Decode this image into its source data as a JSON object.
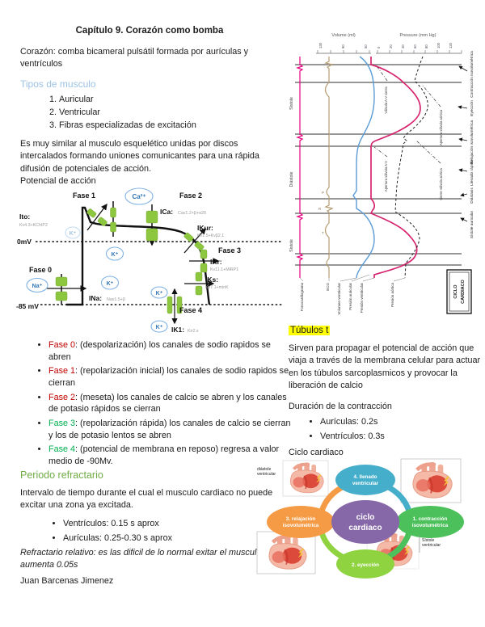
{
  "doc": {
    "title": "Capítulo 9. Corazón como bomba",
    "author": "Juan Barcenas Jimenez"
  },
  "left": {
    "intro": "Corazón: comba bicameral pulsátil formada por aurículas y ventrículos",
    "tipos": {
      "heading": "Tipos de musculo",
      "items": [
        "Auricular",
        "Ventricular",
        "Fibras especializadas de excitación"
      ]
    },
    "similar": "Es muy similar al musculo esquelético unidas por discos intercalados formando uniones comunicantes para una rápida difusión de potenciales de acción.",
    "potencial_heading": "Potencial de acción",
    "ap": {
      "fase0": "Fase 0",
      "fase1": "Fase 1",
      "fase2": "Fase 2",
      "fase3": "Fase 3",
      "fase4": "Fase 4",
      "mv0": "0mV",
      "mv85": "-85 mV",
      "ito": "Ito:",
      "ito_sub": "Kv4.3+KChIP2",
      "ica": "ICa:",
      "ica_sub": "Cav1.2+β+α2δ",
      "ikur": "IKur:",
      "ikur_sub": "Kv1.5+Kvβ2.1",
      "ikr": "IKr:",
      "ikr_sub": "Kv11.1+MiRP1",
      "iks": "IKs:",
      "iks_sub": "Kv7.1+minK",
      "ik1": "IK1:",
      "ik1_sub": "Kir2.x",
      "ina": "INa:",
      "ina_sub": "Nav1.5+β",
      "ion_na": "Na⁺",
      "ion_k": "K⁺",
      "ion_ca": "Ca²⁺"
    },
    "fases": [
      {
        "label": "Fase 0",
        "text": ": (despolarización) los canales de sodio rapidos se abren"
      },
      {
        "label": "Fase 1",
        "text": ": (repolarización inicial) los canales de sodio rapidos se cierran"
      },
      {
        "label": "Fase 2",
        "text": ": (meseta) los canales de calcio se abren y los canales de potasio rápidos se cierran"
      },
      {
        "label": "Fase 3",
        "text": ": (repolarización rápida) los canales de calcio se cierran y los de potasio lentos se abren"
      },
      {
        "label": "Fase 4",
        "text": ": (potencial de membrana en reposo) regresa a valor medio de -90Mv."
      }
    ],
    "refractario": {
      "heading": "Periodo refractario",
      "par": "Intervalo de tiempo durante el cual el musculo cardiaco no puede excitar una zona ya excitada.",
      "bullets": [
        "Ventrículos: 0.15 s aprox",
        "Aurículas: 0.25-0.30 s aprox"
      ],
      "relativo_label": "Refractario relativo",
      "relativo_text": ": es las dificil de lo normal exitar el musculo y aumenta 0.05s"
    }
  },
  "right": {
    "wiggers": {
      "axis_volume": "Volume (ml)",
      "axis_pressure": "Pressure (mm Hg)",
      "vol_ticks": [
        "130",
        "90",
        "50"
      ],
      "pres_ticks": [
        "0",
        "20",
        "40",
        "60",
        "80",
        "100",
        "120"
      ],
      "left_labels": [
        "Sístole",
        "Diástole",
        "Sístole"
      ],
      "phases": [
        "Contracción isovolumétrica",
        "Eyección",
        "Relajación isovolumétrica",
        "Llenado rápido",
        "Diástasis",
        "Sístole auricular"
      ],
      "valves": [
        "Válvula A-V cierra",
        "Apertura válvula aórtica",
        "Cierre válvula aórtica",
        "Apertura válvula A-V"
      ],
      "curves": [
        "Fonocardiograma",
        "ECG",
        "Volumen ventricular",
        "Presión auricular",
        "Presión ventricular",
        "Presión aórtica"
      ],
      "ecg_letters": [
        "P",
        "R",
        "T"
      ],
      "box_line1": "CICLO",
      "box_line2": "CARDIACO"
    },
    "tubulos": {
      "heading": "Túbulos t",
      "par": "Sirven para propagar el potencial de acción que viaja a través de la membrana celular para actuar en los túbulos sarcoplasmicos y provocar la liberación de calcio"
    },
    "duracion": {
      "heading": "Duración de la contracción",
      "bullets": [
        "Aurículas: 0.2s",
        "Ventrículos: 0.3s"
      ]
    },
    "ciclo_heading": "Ciclo cardiaco",
    "cycle": {
      "center_line1": "ciclo",
      "center_line2": "cardiaco",
      "top_line1": "4. llenado",
      "top_line2": "ventricular",
      "right_line1": "1. contracción",
      "right_line2": "isovolumétrica",
      "bottom": "2. eyección",
      "left_line1": "3. relajación",
      "left_line2": "isovolumétrica",
      "label_tl_line1": "diástole",
      "label_tl_line2": "ventricular",
      "label_br_line1": "Sístole",
      "label_br_line2": "ventricular"
    }
  },
  "colors": {
    "heading_blue": "#9CC3E6",
    "heading_green": "#70AD47",
    "fase_red": "#C00000",
    "fase_green": "#00B050",
    "highlight_yellow": "#FFFF00",
    "channel_green": "#8DC63F",
    "ion_blue": "#2E74B5",
    "wiggers_pink": "#E6007E",
    "wiggers_crimson": "#D6246E",
    "wiggers_brown": "#B49B72",
    "wiggers_blue": "#5B9BD5",
    "cycle_purple": "#8668A8",
    "cycle_teal": "#45AECB",
    "cycle_green": "#4CC05A",
    "cycle_lime": "#8FD440",
    "cycle_orange": "#F59B45"
  }
}
